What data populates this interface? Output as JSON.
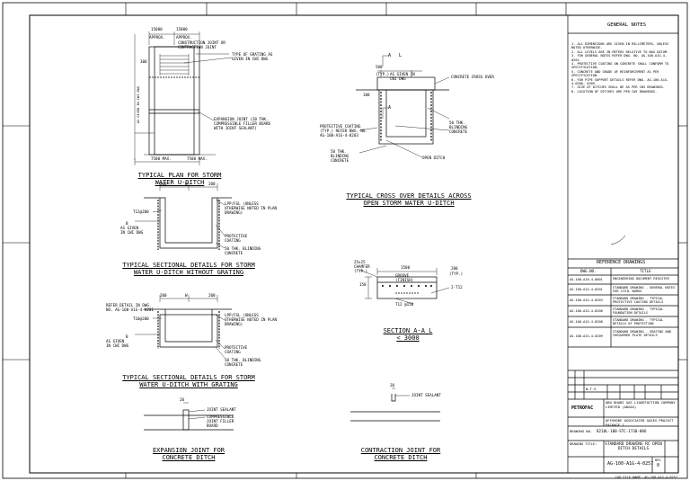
{
  "general_notes": {
    "heading": "GENERAL NOTES",
    "notes": [
      "1. ALL DIMENSIONS ARE GIVEN IN MILLIMETERS, UNLESS NOTED OTHERWISE.",
      "2. ALL LEVELS ARE IN METERS RELATIVE TO NAG DATUM.",
      "3. FOR GENERAL NOTES REFER DWG. NO. AG-100-A1G-4-0201.",
      "4. PROTECTIVE COATING ON CONCRETE SHALL CONFORM TO SPECIFICATION.",
      "5. CONCRETE AND GRADE OF REINFORCEMENT AS PER SPECIFICATION.",
      "6. FOR PIPE SUPPORT DETAILS REFER DWG. AG-100-A1G-4-0206, 0209.",
      "7. SIZE OF DITCHES SHALL BE AS PER CWI DRAWINGS.",
      "8. LOCATION OF DITCHES ARE PER CWI DRAWINGS."
    ]
  },
  "reference": {
    "heading": "REFERENCE DRAWINGS",
    "col_dwg": "DWG.NO.",
    "col_title": "TITLE",
    "rows": [
      {
        "no": "AG-100-A10-4-0001",
        "title": "ENGINEERING DOCUMENT REGISTER"
      },
      {
        "no": "AG-100-A1G-4-0201",
        "title": "STANDARD DRAWING - GENERAL NOTES FOR CIVIL WORKS"
      },
      {
        "no": "AG-100-A1G-4-0203",
        "title": "STANDARD DRAWING - TYPICAL PROTECTIVE COATING DETAILS"
      },
      {
        "no": "AG-100-A1G-4-0206",
        "title": "STANDARD DRAWING - TYPICAL FOUNDATION DETAILS"
      },
      {
        "no": "AG-100-A1G-4-0208",
        "title": "STANDARD DRAWING - TYPICAL DETAILS OF PROTECTION"
      },
      {
        "no": "AG-100-A1G-4-0209",
        "title": "STANDARD DRAWING - GRATING AND CHEQUERED PLATE DETAILS"
      }
    ]
  },
  "title_block": {
    "company": "ABU DHABI GAS LIQUEFACTION COMPANY LIMITED (ADGAS)",
    "contractor": "PETROFAC",
    "project": "OFFSHORE ASSOCIATED GASES PROJECT PACKAGE 1",
    "dwg_no_label": "DRAWING NO.",
    "dwg_no": "8210L-100-STC-1730-006",
    "drawing_title_label": "DRAWING TITLE:",
    "drawing_title": "STANDARD DRAWING RC OPEN DITCH DETAILS",
    "doc_no": "AG-100-A1G-4-0257",
    "rev": "0",
    "rev_label": "REV",
    "scale": "N.T.S",
    "footer": "CAD FILE NAME: AG-100-A1G-4-0257"
  },
  "views": {
    "plan_title": "TYPICAL PLAN FOR STORM WATER U-DITCH",
    "cross_title": "TYPICAL CROSS OVER DETAILS ACROSS OPEN STORM WATER U-DITCH",
    "sect1_title": "TYPICAL SECTIONAL DETAILS FOR STORM WATER U-DITCH WITHOUT GRATING",
    "sect2_title": "TYPICAL SECTIONAL DETAILS FOR STORM WATER U-DITCH WITH GRATING",
    "secA_title": "SECTION A-A L < 3000",
    "exp_title": "EXPANSION JOINT FOR CONCRETE DITCH",
    "con_title": "CONTRACTION JOINT FOR CONCRETE DITCH"
  },
  "labels": {
    "d15000": "15000",
    "approx": "APPROX.",
    "cj": "CONSTRUCTION JOINT OR CONTRACTION JOINT",
    "grating": "TYPE OF GRATING AS GIVEN IN CWI DWG",
    "expj": "EXPANSION JOINT (20 THK. COMPRESSIBLE FILLER BOARD WITH JOINT SEALANT)",
    "max7500": "7500 MAX.",
    "d200": "200",
    "d300": "300",
    "d500": "500",
    "d150": "150",
    "d100": "100",
    "d1500": "1500",
    "d20": "20",
    "w": "W",
    "b": "B",
    "h": "H",
    "given": "AS GIVEN IN CWI DWG",
    "cover": "CONCRETE CROSS OVER",
    "protcoat": "PROTECTIVE COATING (TYP.) REFER DWG. NO. AG-100-A1G-4-0203",
    "blind50": "50 THK. BLINDING CONCRETE",
    "openditch": "OPEN DITCH",
    "lpp": "LPP/FGL (UNLESS OTHERWISE NOTED IN PLAN DRAWING)",
    "t12": "T12@200",
    "protc": "PROTECTIVE COATING",
    "refer": "REFER DETAIL IN DWG. NO. AG-100-A1G-4-0201",
    "t10": "T10@200",
    "chamfer": "25x25 CHAMFER (TYP.)",
    "groove": "GROOVE (FINISH)",
    "t12b": "2-T12",
    "t12c": "T12 @150",
    "typ": "(TYP.)",
    "sealant": "JOINT SEALANT",
    "filler": "COMPRESSIBLE JOINT FILLER BOARD",
    "a": "A",
    "l": "L"
  }
}
